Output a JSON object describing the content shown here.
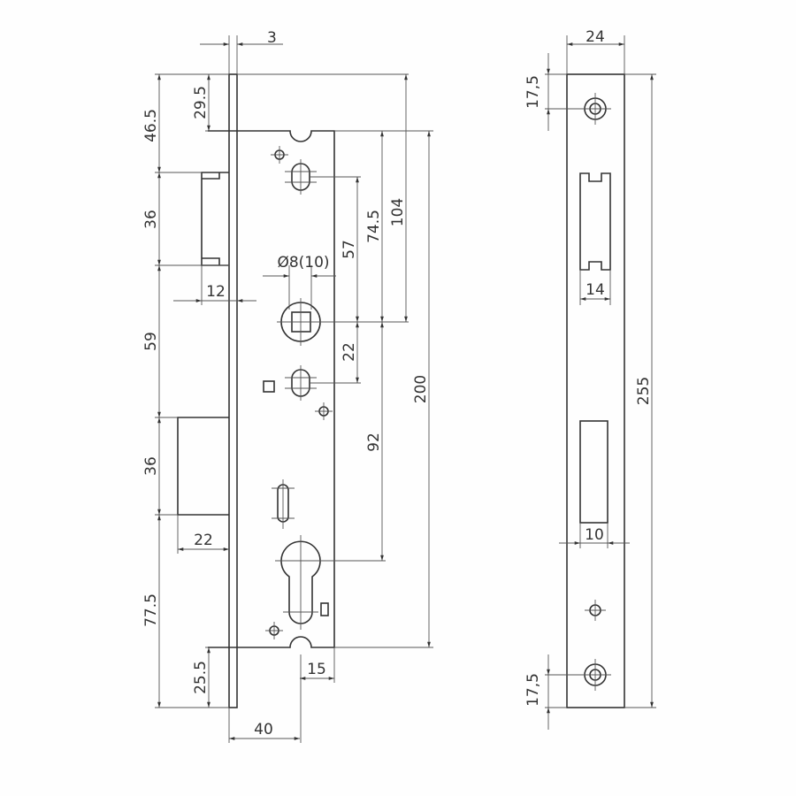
{
  "front_view": {
    "dims": {
      "faceplate_thickness": "3",
      "top_to_latch": "46.5",
      "top_to_case": "29.5",
      "latch_height": "36",
      "latch_to_bolt": "59",
      "bolt_height": "36",
      "bolt_to_bottom": "77.5",
      "case_to_bottom": "25.5",
      "latch_throw": "12",
      "bolt_throw": "22",
      "backset": "40",
      "notch_offset": "15",
      "spindle": "Ø8(10)",
      "spindle_to_upper_hole": "57",
      "spindle_to_lower_hole": "22",
      "case_top_to_spindle": "74.5",
      "spindle_to_cylinder": "92",
      "plate_top_to_spindle": "104",
      "case_height": "200"
    }
  },
  "strike_view": {
    "dims": {
      "width": "24",
      "top_screw": "17,5",
      "bottom_screw": "17,5",
      "height": "255",
      "latch_width": "14",
      "bolt_width": "10"
    }
  }
}
